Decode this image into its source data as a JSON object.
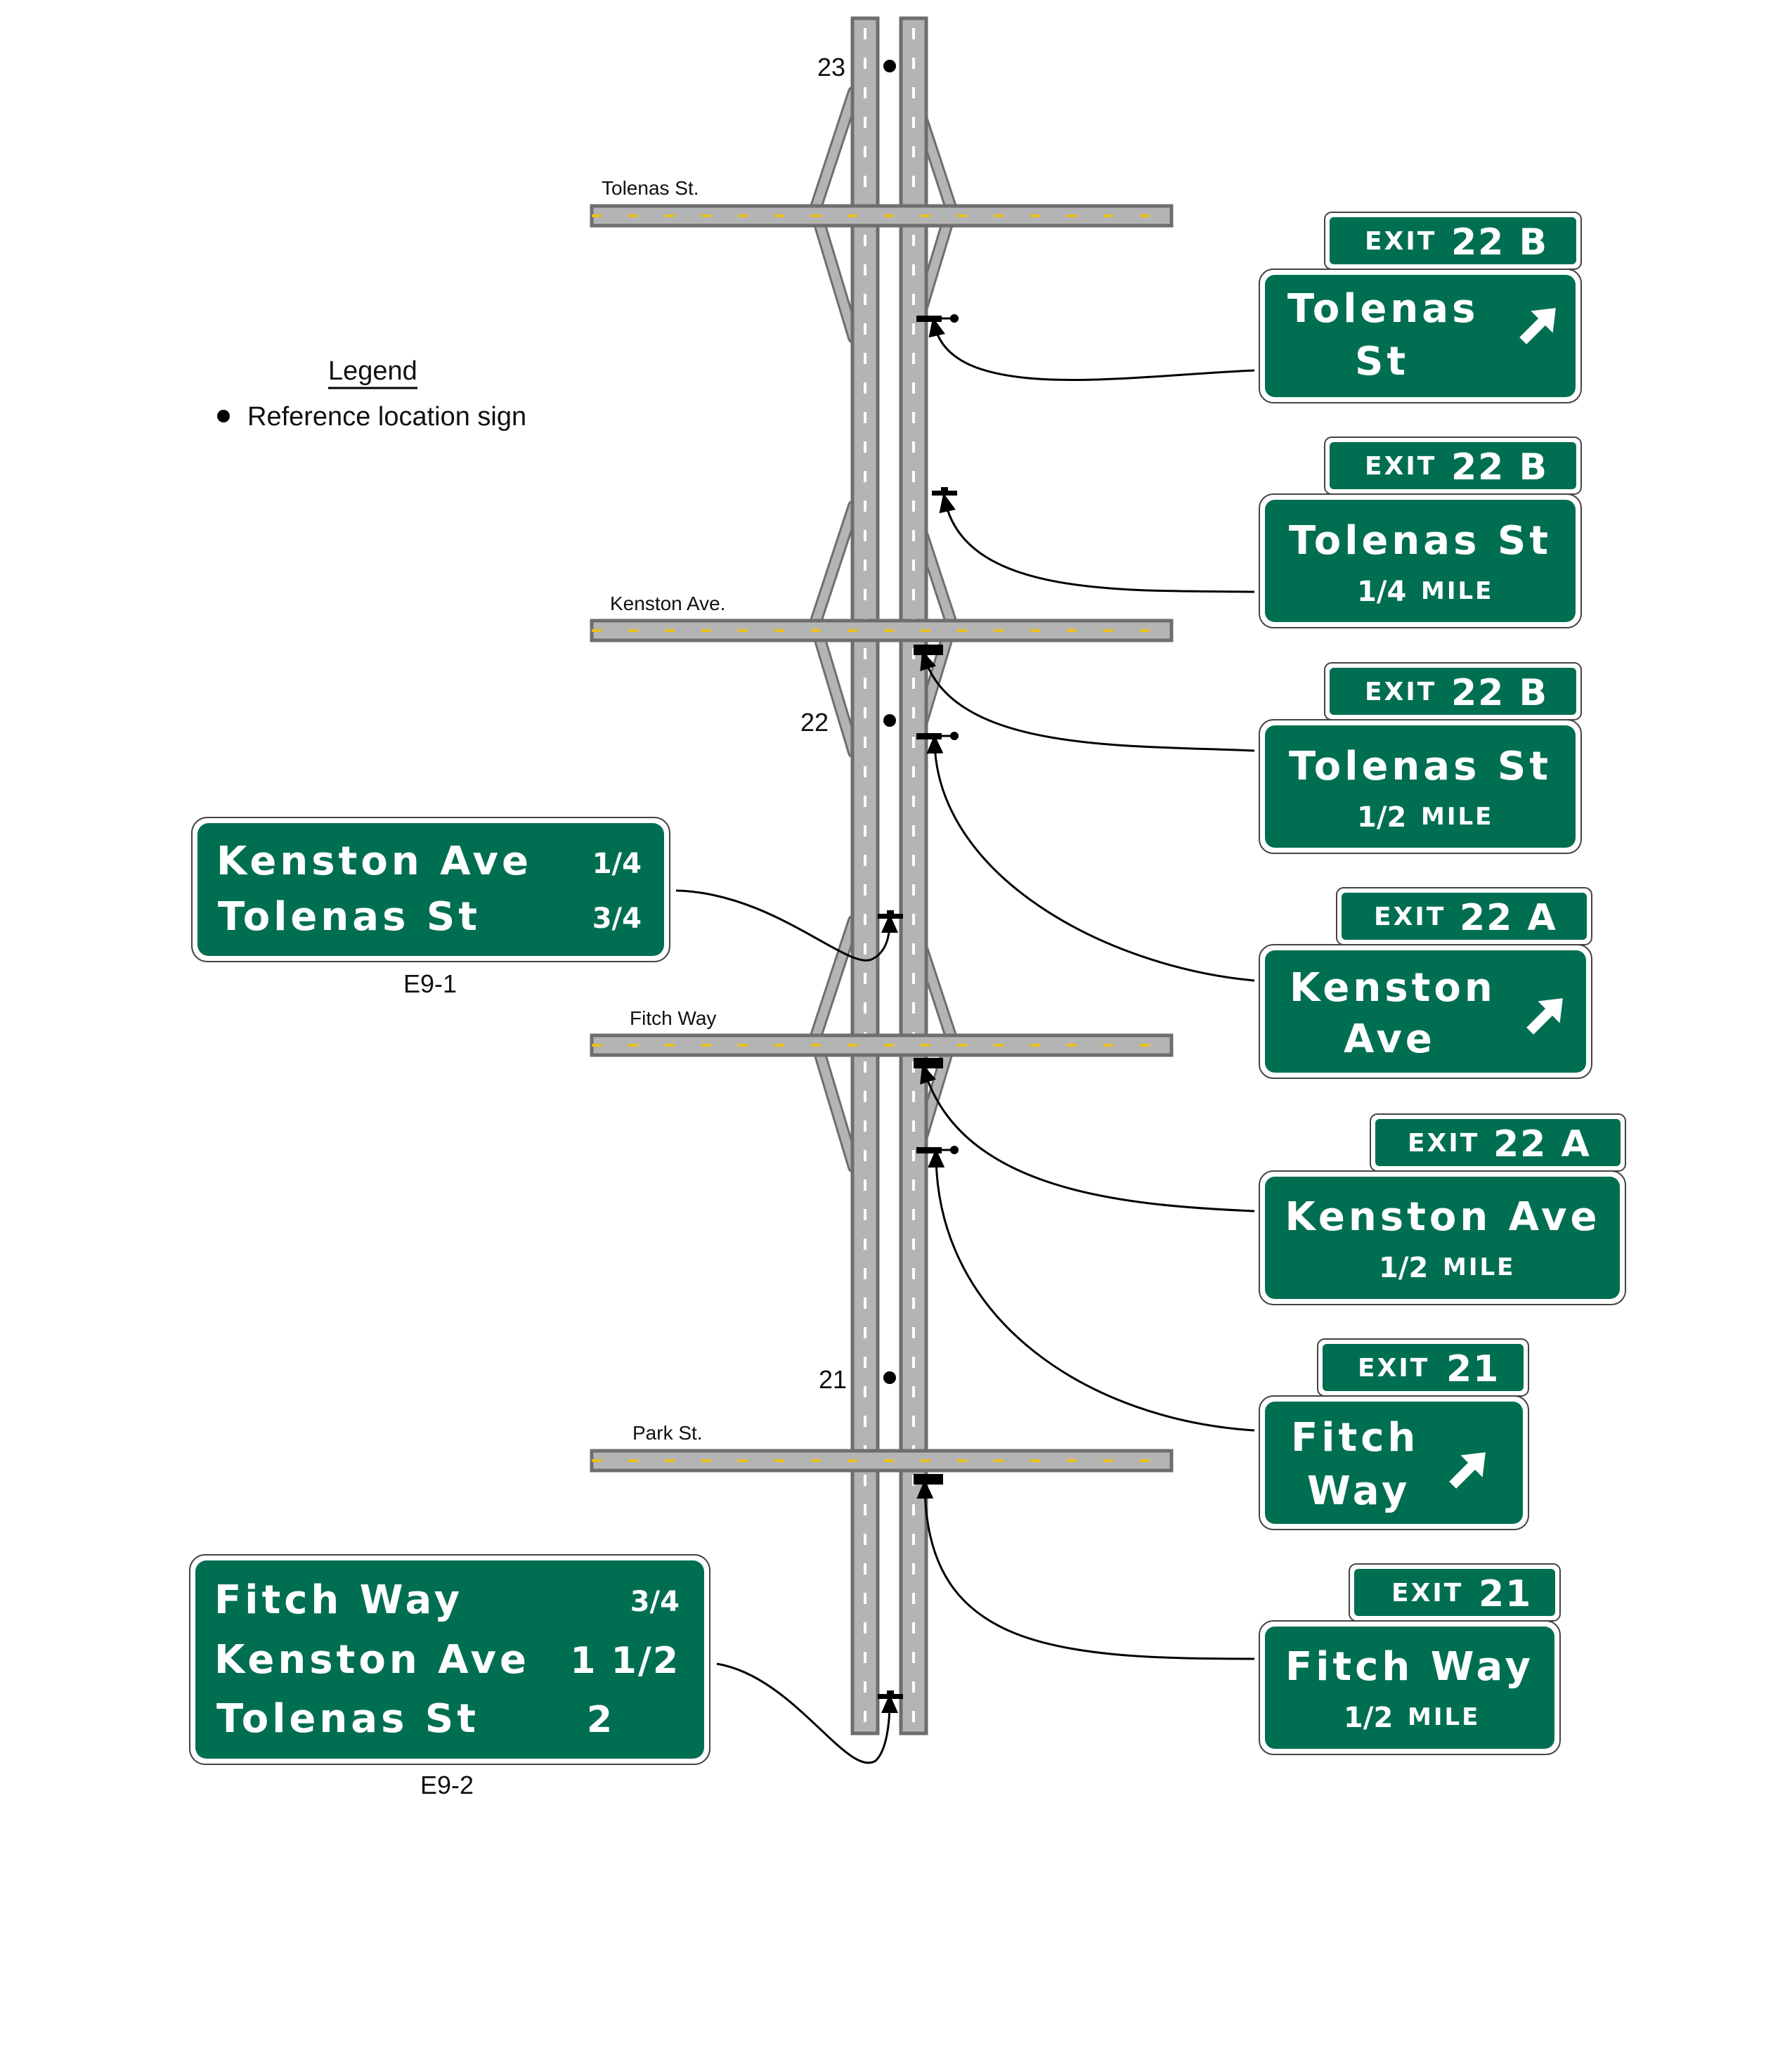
{
  "legend": {
    "title": "Legend",
    "item": "Reference location sign"
  },
  "roads": {
    "cross_streets": [
      "Tolenas St.",
      "Kenston Ave.",
      "Fitch Way",
      "Park St."
    ]
  },
  "reference_markers": [
    "23",
    "22",
    "21"
  ],
  "guide_signs": [
    {
      "code": "E9-1",
      "rows": [
        {
          "name": "Kenston Ave",
          "distance": "1/4"
        },
        {
          "name": "Tolenas St",
          "distance": "3/4"
        }
      ]
    },
    {
      "code": "E9-2",
      "rows": [
        {
          "name": "Fitch Way",
          "distance": "3/4"
        },
        {
          "name": "Kenston Ave",
          "distance": "1 1/2"
        },
        {
          "name": "Tolenas St",
          "distance": "2"
        }
      ]
    }
  ],
  "exit_signs": [
    {
      "exit_word": "EXIT",
      "exit_number": "22 B",
      "line1": "Tolenas",
      "line2": "St",
      "arrow": "up-right-arrow"
    },
    {
      "exit_word": "EXIT",
      "exit_number": "22 B",
      "line1": "Tolenas St",
      "distance": "1/4",
      "unit": "MILE"
    },
    {
      "exit_word": "EXIT",
      "exit_number": "22 B",
      "line1": "Tolenas St",
      "distance": "1/2",
      "unit": "MILE"
    },
    {
      "exit_word": "EXIT",
      "exit_number": "22 A",
      "line1": "Kenston",
      "line2": "Ave",
      "arrow": "up-right-arrow"
    },
    {
      "exit_word": "EXIT",
      "exit_number": "22 A",
      "line1": "Kenston Ave",
      "distance": "1/2",
      "unit": "MILE"
    },
    {
      "exit_word": "EXIT",
      "exit_number": "21",
      "line1": "Fitch",
      "line2": "Way",
      "arrow": "up-right-arrow"
    },
    {
      "exit_word": "EXIT",
      "exit_number": "21",
      "line1": "Fitch Way",
      "distance": "1/2",
      "unit": "MILE"
    }
  ],
  "colors": {
    "sign_green": "#006f51",
    "road_gray": "#b4b4b4",
    "road_edge": "#6e6e6e",
    "center_line": "#e8c21a"
  }
}
